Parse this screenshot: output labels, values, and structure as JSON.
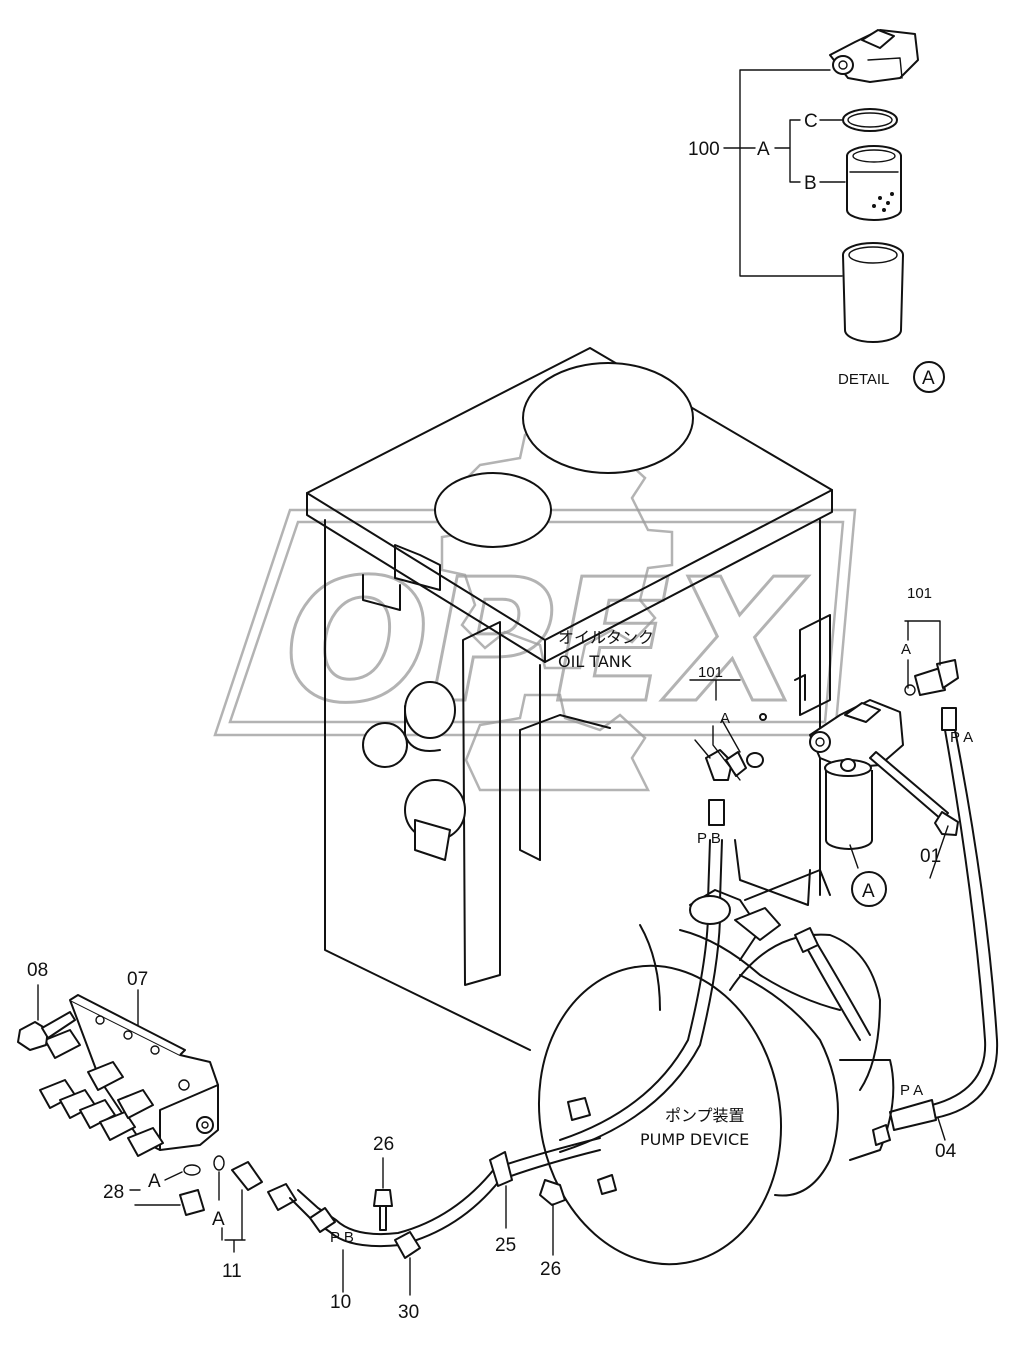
{
  "watermark": {
    "text": "OPEX"
  },
  "detail": {
    "title": "DETAIL",
    "marker": "A"
  },
  "tank": {
    "name_jp": "オイルタンク",
    "name_en": "OIL TANK"
  },
  "pump": {
    "name_jp": "ポンプ装置",
    "name_en": "PUMP DEVICE"
  },
  "view_marker": "A",
  "callouts": {
    "p100": "100",
    "p100_a": "A",
    "p100_b": "B",
    "p100_c": "C",
    "p101_left": "101",
    "p101_left_a": "A",
    "p101_right": "101",
    "p101_right_a": "A",
    "p01": "01",
    "p04": "04",
    "p07": "07",
    "p08": "08",
    "p10": "10",
    "p11": "11",
    "p11_a": "A",
    "p25": "25",
    "p26_top": "26",
    "p26_bottom": "26",
    "p28": "28",
    "p28_a": "A",
    "p30": "30"
  },
  "port_labels": {
    "pa_top": "P A",
    "pa_bottom": "P A",
    "pb_top": "P B",
    "pb_bottom": "P B"
  }
}
